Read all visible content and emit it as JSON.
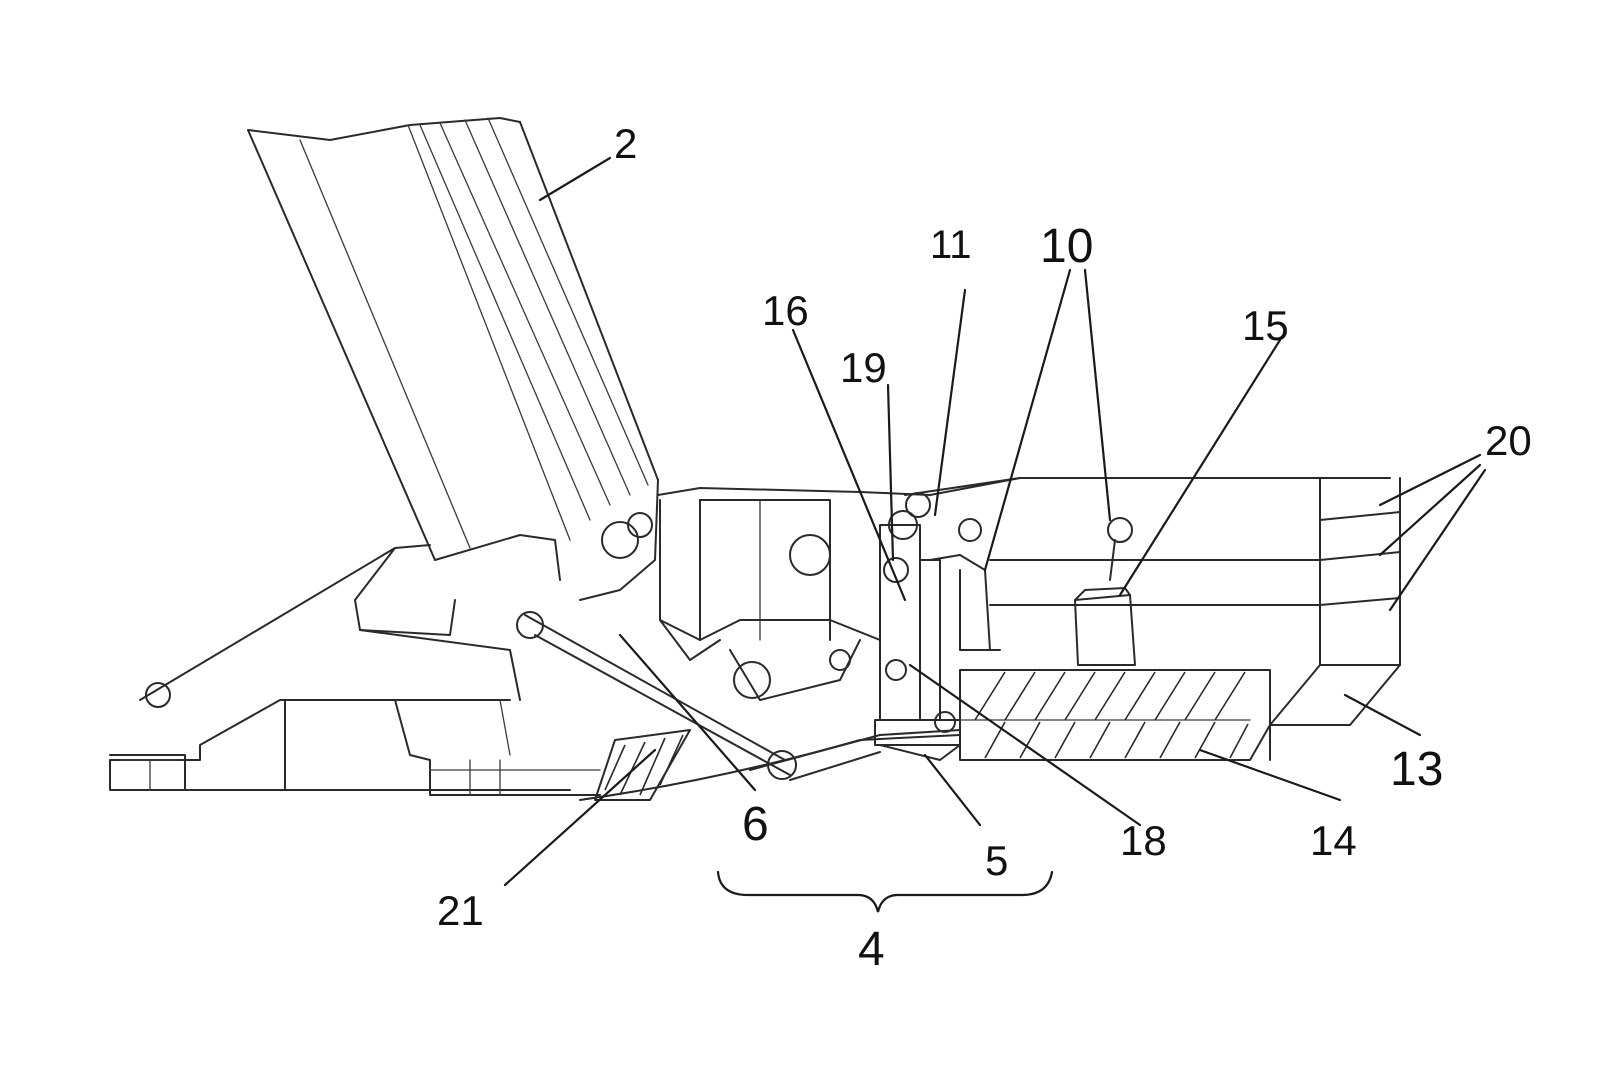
{
  "figure": {
    "type": "patent-drawing",
    "colors": {
      "line": "#2a2a2a",
      "label": "#111111",
      "background": "#ffffff"
    }
  },
  "labels": {
    "l2": "2",
    "l4": "4",
    "l5": "5",
    "l6": "6",
    "l10": "10",
    "l11": "11",
    "l13": "13",
    "l14": "14",
    "l15": "15",
    "l16": "16",
    "l18": "18",
    "l19": "19",
    "l20": "20",
    "l21": "21"
  }
}
